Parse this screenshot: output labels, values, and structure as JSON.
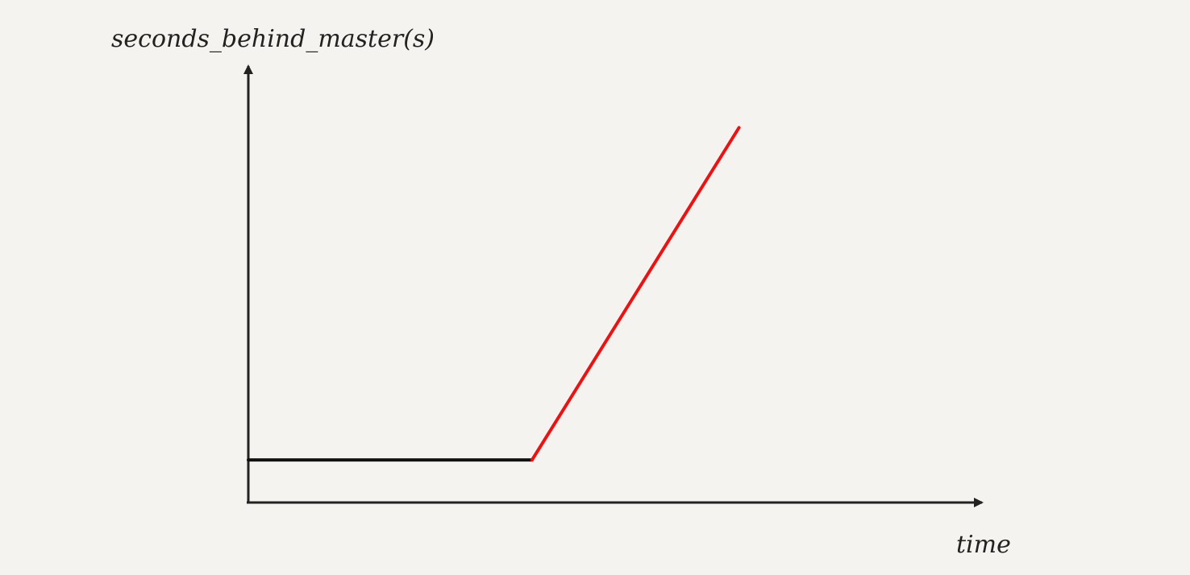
{
  "chart_data": {
    "type": "line",
    "xlabel": "time",
    "ylabel": "seconds_behind_master(s)",
    "grid": false,
    "legend": "none",
    "xlim": [
      0,
      10
    ],
    "ylim": [
      0,
      10
    ],
    "x_ticks_labeled": false,
    "y_ticks_labeled": false,
    "series": [
      {
        "color": "#111111",
        "points": [
          [
            0,
            1
          ],
          [
            4.25,
            1
          ]
        ]
      },
      {
        "color": "#ee1111",
        "points": [
          [
            4.25,
            1
          ],
          [
            7.35,
            8.8
          ]
        ]
      }
    ]
  },
  "colors": {
    "background": "#f4f3ef",
    "axis": "#222222"
  }
}
